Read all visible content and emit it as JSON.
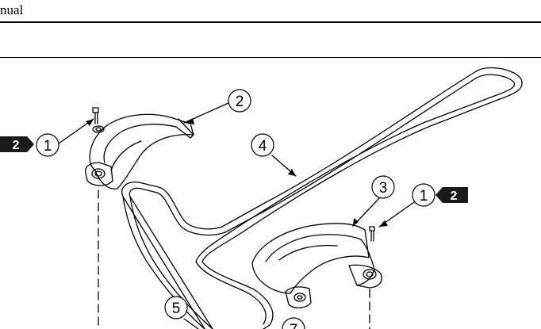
{
  "header": {
    "text": "nual"
  },
  "callouts": [
    {
      "id": "1",
      "label": "1"
    },
    {
      "id": "2",
      "label": "2"
    },
    {
      "id": "3",
      "label": "3"
    },
    {
      "id": "4",
      "label": "4"
    },
    {
      "id": "5",
      "label": "5"
    },
    {
      "id": "6",
      "label": "1"
    },
    {
      "id": "7",
      "label": "7"
    }
  ],
  "tags": [
    {
      "label": "2"
    },
    {
      "label": "2"
    }
  ],
  "colors": {
    "line": "#000000",
    "tag_bg": "#1a1a1a",
    "tag_text": "#ffffff"
  }
}
